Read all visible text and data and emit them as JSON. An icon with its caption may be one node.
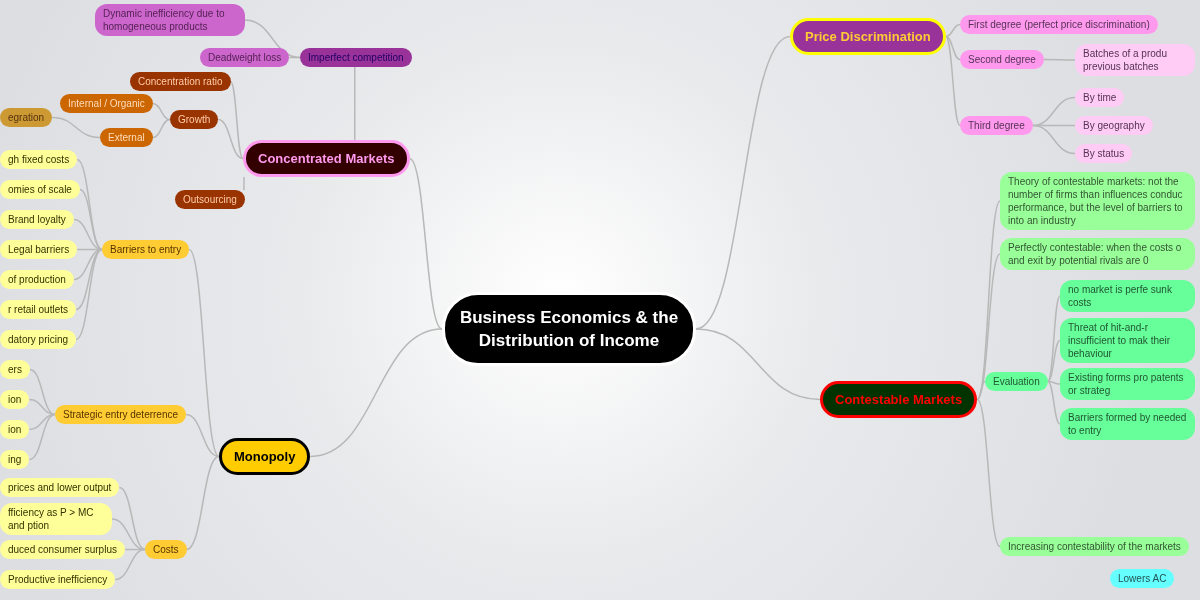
{
  "diagram": {
    "nodes": [
      {
        "text": [
          "Business Economics & the Distribution of Income"
        ]
      },
      {
        "text": [
          "Concentrated Markets"
        ]
      },
      {
        "text": [
          "Imperfect competition"
        ]
      },
      {
        "text": [
          "Deadweight loss"
        ]
      },
      {
        "text": [
          "Dynamic inefficiency due to homogeneous products"
        ]
      },
      {
        "text": [
          "Concentration ratio"
        ]
      },
      {
        "text": [
          "Growth"
        ]
      },
      {
        "text": [
          "Internal / Organic"
        ]
      },
      {
        "text": [
          "External"
        ]
      },
      {
        "text": [
          "egration"
        ]
      },
      {
        "text": [
          "Outsourcing"
        ]
      },
      {
        "text": [
          "Monopoly"
        ]
      },
      {
        "text": [
          "Barriers to entry"
        ]
      },
      {
        "text": [
          "gh fixed costs"
        ]
      },
      {
        "text": [
          "omies of scale"
        ]
      },
      {
        "text": [
          "Brand loyalty"
        ]
      },
      {
        "text": [
          "Legal barriers"
        ]
      },
      {
        "text": [
          "of production"
        ]
      },
      {
        "text": [
          "r retail outlets"
        ]
      },
      {
        "text": [
          "datory pricing"
        ]
      },
      {
        "text": [
          "Strategic entry deterrence"
        ]
      },
      {
        "text": [
          "ers"
        ]
      },
      {
        "text": [
          "ion"
        ]
      },
      {
        "text": [
          "ion"
        ]
      },
      {
        "text": [
          "ing"
        ]
      },
      {
        "text": [
          "Costs"
        ]
      },
      {
        "text": [
          "prices and lower output"
        ]
      },
      {
        "text": [
          "fficiency as P > MC and ption"
        ]
      },
      {
        "text": [
          "duced consumer surplus"
        ]
      },
      {
        "text": [
          "Productive inefficiency"
        ]
      },
      {
        "text": [
          "Price Discrimination"
        ]
      },
      {
        "text": [
          "First degree (perfect price discrimination)"
        ]
      },
      {
        "text": [
          "Second degree"
        ]
      },
      {
        "text": [
          "Batches of a produ previous batches"
        ]
      },
      {
        "text": [
          "Third degree"
        ]
      },
      {
        "text": [
          "By time"
        ]
      },
      {
        "text": [
          "By geography"
        ]
      },
      {
        "text": [
          "By status"
        ]
      },
      {
        "text": [
          "Theory of contestable markets: not the number of firms than influences conduc performance, but the level of barriers to into an industry"
        ]
      },
      {
        "text": [
          "Perfectly contestable: when the costs o and exit by potential rivals are 0"
        ]
      },
      {
        "text": [
          "Contestable Markets"
        ]
      },
      {
        "text": [
          "Evaluation"
        ]
      },
      {
        "text": [
          "no market is perfe sunk costs"
        ]
      },
      {
        "text": [
          "Threat of hit-and-r insufficient to mak their behaviour"
        ]
      },
      {
        "text": [
          "Existing forms pro patents or strateg"
        ]
      },
      {
        "text": [
          "Barriers formed by needed to entry"
        ]
      },
      {
        "text": [
          "Increasing contestability of the markets"
        ]
      },
      {
        "text": [
          "Lowers AC"
        ]
      }
    ],
    "edges": [
      {
        "from": 0,
        "to": 1,
        "arrow": "none"
      },
      {
        "from": 0,
        "to": 11,
        "arrow": "none"
      },
      {
        "from": 0,
        "to": 30,
        "arrow": "none"
      },
      {
        "from": 0,
        "to": 40,
        "arrow": "none"
      },
      {
        "from": 1,
        "to": 2,
        "arrow": "none"
      },
      {
        "from": 2,
        "to": 3,
        "arrow": "none"
      },
      {
        "from": 2,
        "to": 4,
        "arrow": "none"
      },
      {
        "from": 1,
        "to": 5,
        "arrow": "none"
      },
      {
        "from": 1,
        "to": 6,
        "arrow": "none"
      },
      {
        "from": 6,
        "to": 7,
        "arrow": "none"
      },
      {
        "from": 6,
        "to": 8,
        "arrow": "none"
      },
      {
        "from": 8,
        "to": 9,
        "arrow": "none"
      },
      {
        "from": 1,
        "to": 10,
        "arrow": "none"
      },
      {
        "from": 11,
        "to": 12,
        "arrow": "none"
      },
      {
        "from": 12,
        "to": 13,
        "arrow": "none"
      },
      {
        "from": 12,
        "to": 14,
        "arrow": "none"
      },
      {
        "from": 12,
        "to": 15,
        "arrow": "none"
      },
      {
        "from": 12,
        "to": 16,
        "arrow": "none"
      },
      {
        "from": 12,
        "to": 17,
        "arrow": "none"
      },
      {
        "from": 12,
        "to": 18,
        "arrow": "none"
      },
      {
        "from": 12,
        "to": 19,
        "arrow": "none"
      },
      {
        "from": 11,
        "to": 20,
        "arrow": "none"
      },
      {
        "from": 20,
        "to": 21,
        "arrow": "none"
      },
      {
        "from": 20,
        "to": 22,
        "arrow": "none"
      },
      {
        "from": 20,
        "to": 23,
        "arrow": "none"
      },
      {
        "from": 20,
        "to": 24,
        "arrow": "none"
      },
      {
        "from": 11,
        "to": 25,
        "arrow": "none"
      },
      {
        "from": 25,
        "to": 26,
        "arrow": "none"
      },
      {
        "from": 25,
        "to": 27,
        "arrow": "none"
      },
      {
        "from": 25,
        "to": 28,
        "arrow": "none"
      },
      {
        "from": 25,
        "to": 29,
        "arrow": "none"
      },
      {
        "from": 30,
        "to": 31,
        "arrow": "none"
      },
      {
        "from": 30,
        "to": 32,
        "arrow": "none"
      },
      {
        "from": 32,
        "to": 33,
        "arrow": "none"
      },
      {
        "from": 30,
        "to": 34,
        "arrow": "none"
      },
      {
        "from": 34,
        "to": 35,
        "arrow": "none"
      },
      {
        "from": 34,
        "to": 36,
        "arrow": "none"
      },
      {
        "from": 34,
        "to": 37,
        "arrow": "none"
      },
      {
        "from": 40,
        "to": 38,
        "arrow": "none"
      },
      {
        "from": 40,
        "to": 39,
        "arrow": "none"
      },
      {
        "from": 40,
        "to": 41,
        "arrow": "none"
      },
      {
        "from": 41,
        "to": 42,
        "arrow": "none"
      },
      {
        "from": 41,
        "to": 43,
        "arrow": "none"
      },
      {
        "from": 41,
        "to": 44,
        "arrow": "none"
      },
      {
        "from": 41,
        "to": 45,
        "arrow": "none"
      },
      {
        "from": 40,
        "to": 46,
        "arrow": "none"
      }
    ]
  }
}
